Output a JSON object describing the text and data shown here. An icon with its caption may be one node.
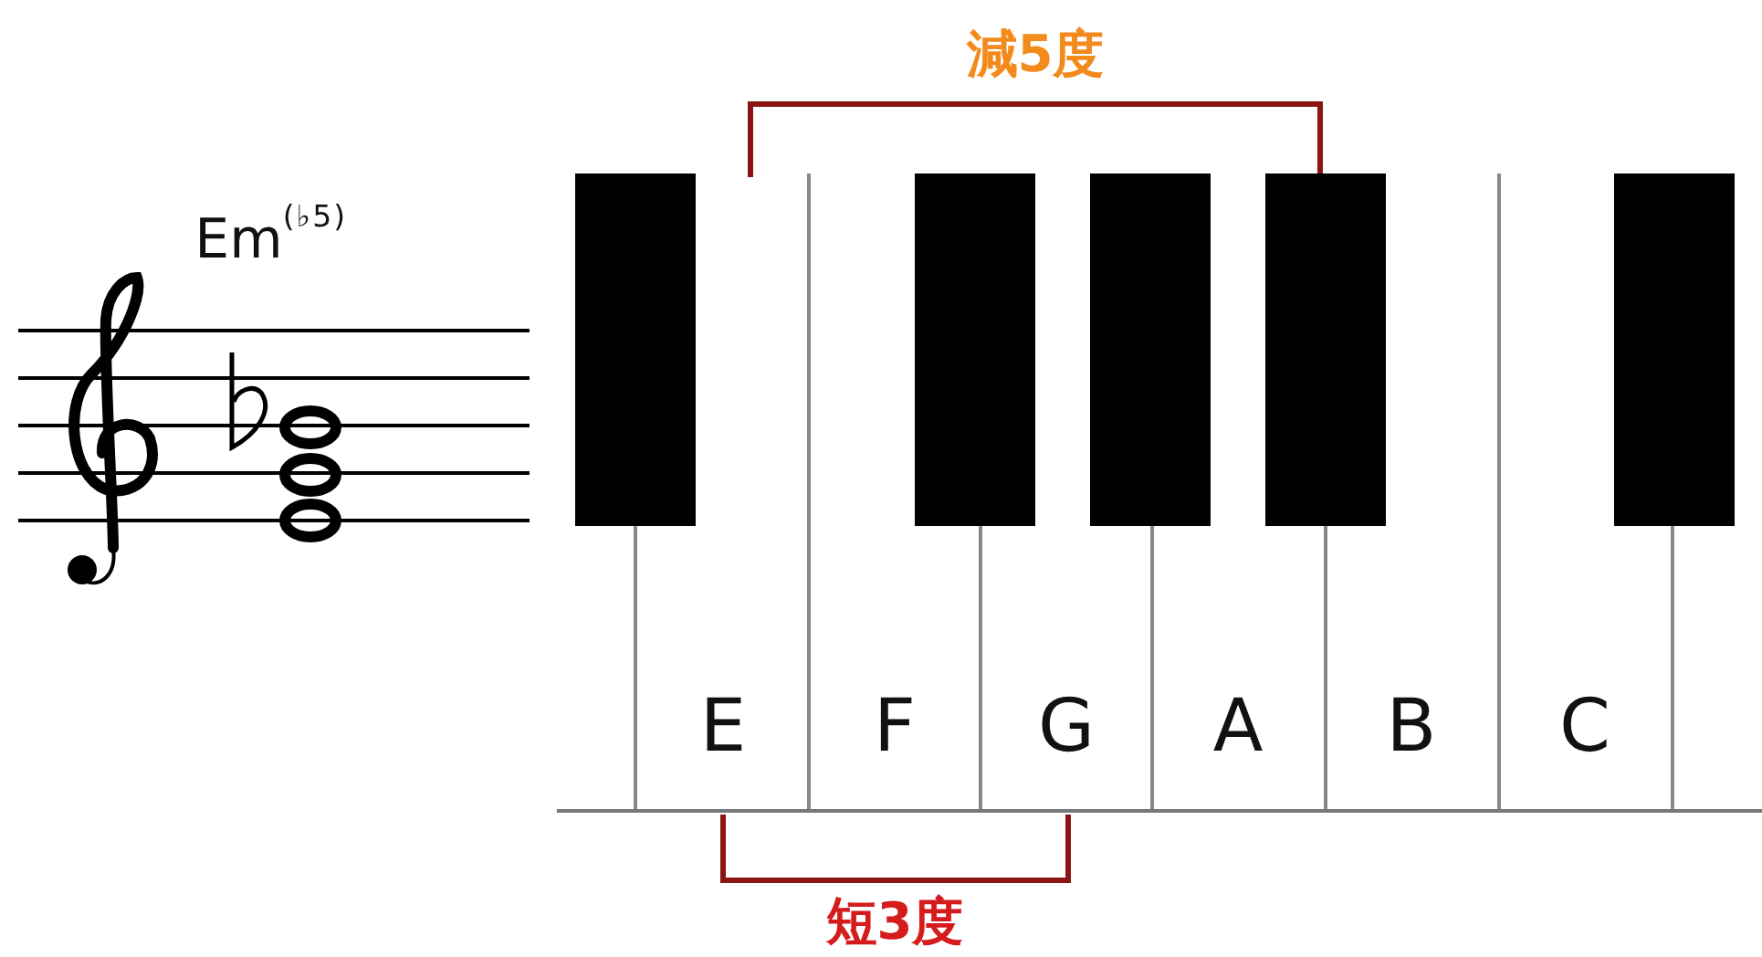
{
  "diagram": {
    "labels": [
      "減5度",
      "Em$^{(♭5)}$",
      "E",
      "F",
      "G",
      "A",
      "B",
      "C",
      "短3度"
    ]
  }
}
